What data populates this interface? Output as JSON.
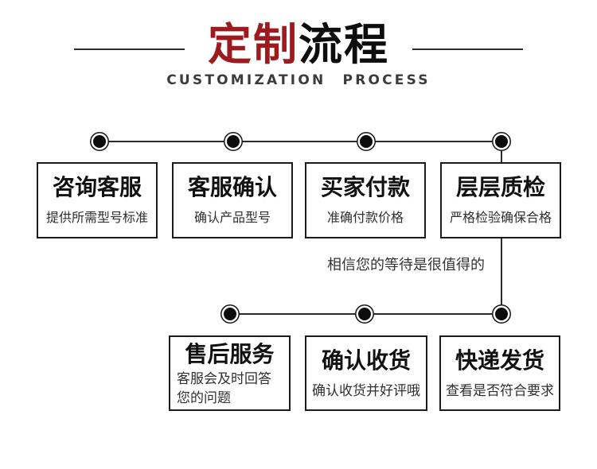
{
  "header": {
    "title_red": "定制",
    "title_black": "流程",
    "subtitle": "CUSTOMIZATION PROCESS"
  },
  "note": "相信您的等待是很值得的",
  "steps_row1": [
    {
      "title": "咨询客服",
      "desc": "提供所需型号标准"
    },
    {
      "title": "客服确认",
      "desc": "确认产品型号"
    },
    {
      "title": "买家付款",
      "desc": "准确付款价格"
    },
    {
      "title": "层层质检",
      "desc": "严格检验确保合格"
    }
  ],
  "steps_row2": [
    {
      "title": "售后服务",
      "desc": "客服会及时回答您的问题"
    },
    {
      "title": "确认收货",
      "desc": "确认收货并好评哦"
    },
    {
      "title": "快递发货",
      "desc": "查看是否符合要求"
    }
  ],
  "colors": {
    "accent_red": "#9d1b1e",
    "ink": "#0d0d0d",
    "line": "#2b2b2b",
    "desc_gray": "#2f2f2f"
  }
}
